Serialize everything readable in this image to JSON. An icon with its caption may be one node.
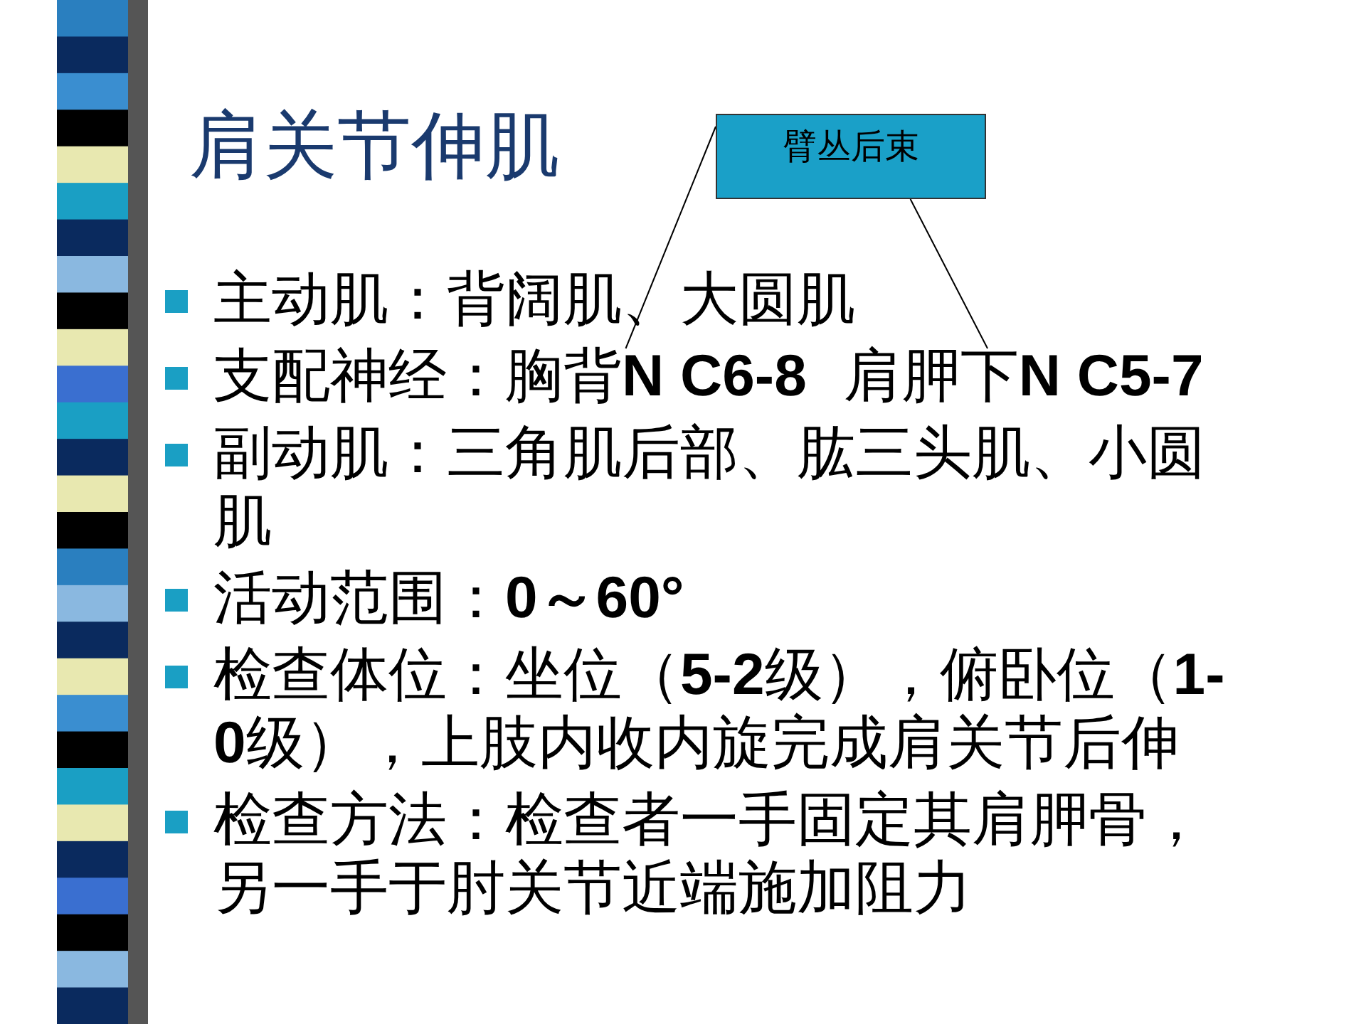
{
  "diagram": {
    "title": "肩关节伸肌",
    "nodes": [
      {
        "text": [
          "臂丛后束"
        ]
      },
      {
        "text": [
          "胸背**N C6-8**"
        ]
      },
      {
        "text": [
          "肩胛下**N C5-7**"
        ]
      }
    ],
    "edges": [
      {
        "from": 0,
        "to": 1,
        "arrow": "none"
      },
      {
        "from": 0,
        "to": 2,
        "arrow": "none"
      }
    ],
    "labels": [
      "主动肌：背阔肌、大圆肌",
      "支配神经：",
      "副动肌：三角肌后部、肱三头肌、小圆肌",
      "活动范围：**0～60°**",
      "检查体位：坐位（**5-2**级），俯卧位（**1-0**级），上肢内收内旋完成肩关节后伸",
      "检查方法：检查者一手固定其肩胛骨，另一手于肘关节近端施加阻力"
    ]
  }
}
